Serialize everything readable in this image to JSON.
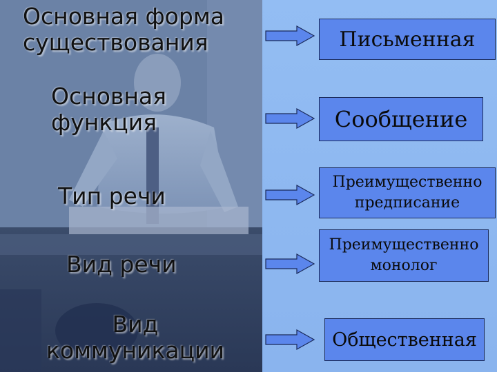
{
  "labels": [
    "Основная форма\nсуществования",
    "Основная\nфункция",
    "Тип речи",
    "Вид речи",
    "Вид\nкоммуникации"
  ],
  "values": [
    "Письменная",
    "Сообщение",
    "Преимущественно\nпредписание",
    "Преимущественно\nмонолог",
    "Общественная"
  ],
  "colors": {
    "box_fill": "#5b86ec",
    "box_border": "#1a2a5a",
    "background": "#8fb8f0",
    "arrow_fill": "#5b86ec"
  },
  "icons": {
    "arrow": "right-arrow-icon"
  }
}
